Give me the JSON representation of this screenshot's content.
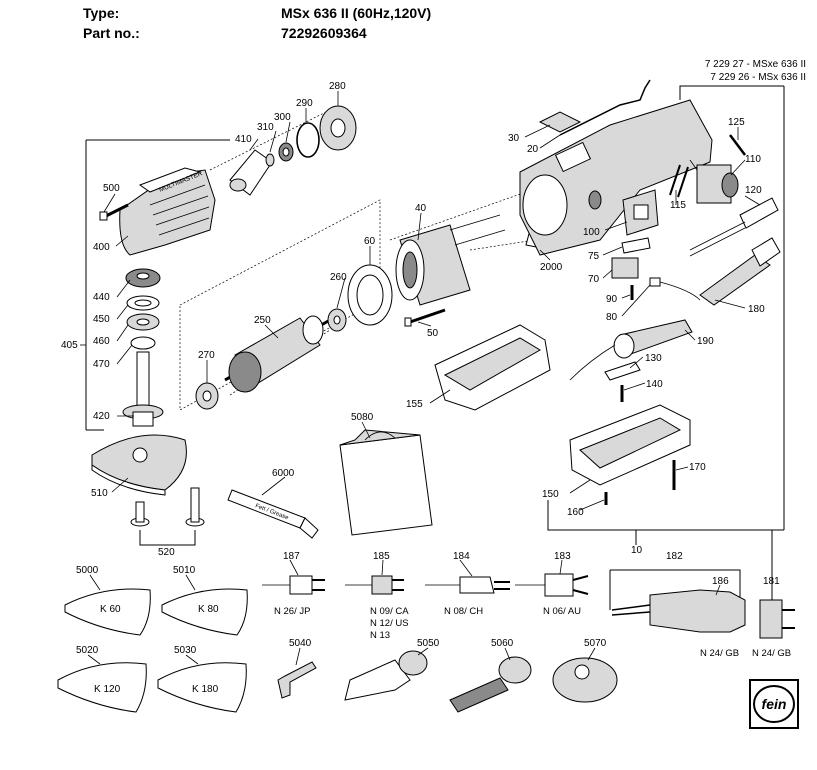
{
  "header": {
    "type_label": "Type:",
    "type_value": "MSx 636 II (60Hz,120V)",
    "part_label": "Part no.:",
    "part_value": "72292609364"
  },
  "reference_notes": [
    "7 229 27 - MSxe 636 II",
    "7 229 26 - MSx 636 II"
  ],
  "logo_text": "fein",
  "brand_print": "MULTIMASTER",
  "tube_print": "Fett / Grease",
  "callouts": {
    "c10": "10",
    "c20": "20",
    "c30": "30",
    "c40": "40",
    "c50": "50",
    "c60": "60",
    "c70": "70",
    "c75": "75",
    "c80": "80",
    "c90": "90",
    "c100": "100",
    "c110": "110",
    "c115": "115",
    "c120": "120",
    "c125": "125",
    "c130": "130",
    "c140": "140",
    "c150": "150",
    "c155": "155",
    "c160": "160",
    "c170": "170",
    "c180": "180",
    "c181": "181",
    "c182": "182",
    "c183": "183",
    "c184": "184",
    "c185": "185",
    "c186": "186",
    "c187": "187",
    "c190": "190",
    "c250": "250",
    "c260": "260",
    "c270": "270",
    "c280": "280",
    "c290": "290",
    "c300": "300",
    "c310": "310",
    "c400": "400",
    "c405": "405",
    "c410": "410",
    "c420": "420",
    "c440": "440",
    "c450": "450",
    "c460": "460",
    "c470": "470",
    "c500": "500",
    "c510": "510",
    "c520": "520",
    "c2000": "2000",
    "c5000": "5000",
    "c5010": "5010",
    "c5020": "5020",
    "c5030": "5030",
    "c5040": "5040",
    "c5050": "5050",
    "c5060": "5060",
    "c5070": "5070",
    "c5080": "5080",
    "c6000": "6000"
  },
  "plug_captions": {
    "jp": "N 26/ JP",
    "ca": "N 09/ CA",
    "us": "N 12/ US",
    "n13": "N 13",
    "ch": "N 08/ CH",
    "au": "N 06/ AU",
    "gb1": "N 24/ GB",
    "gb2": "N 24/ GB"
  },
  "sheet_grits": {
    "k60": "K 60",
    "k80": "K 80",
    "k120": "K 120",
    "k180": "K 180"
  }
}
